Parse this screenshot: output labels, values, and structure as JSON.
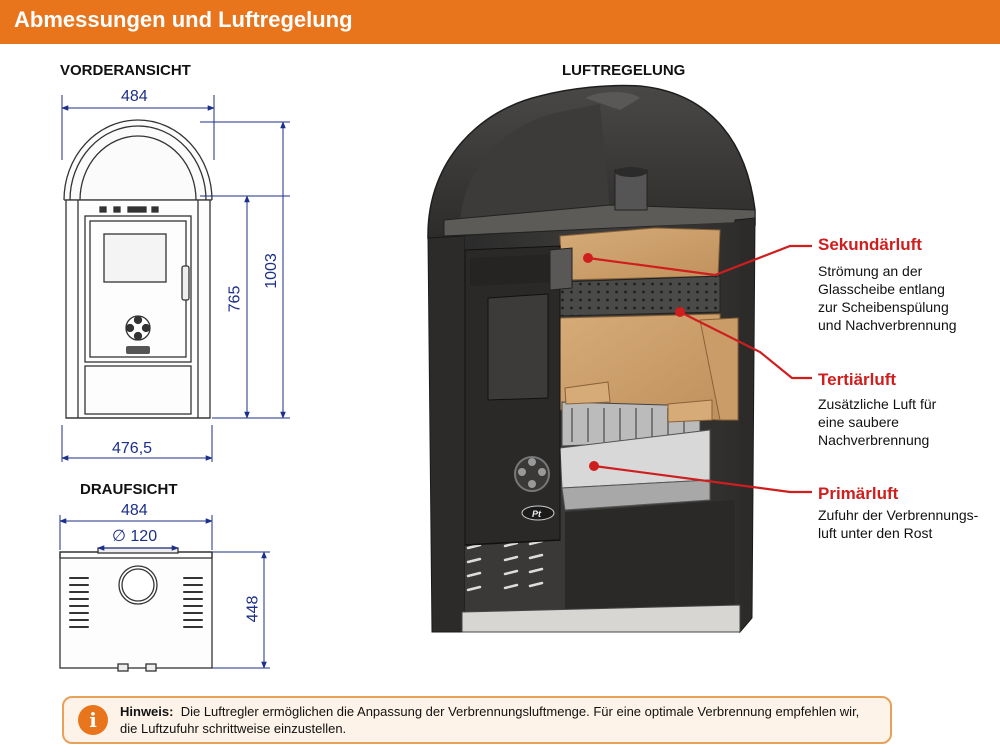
{
  "header": {
    "title": "Abmessungen und Luftregelung",
    "color": "#e8741c"
  },
  "front_view": {
    "title": "VORDERANSICHT",
    "width_top": "484",
    "width_bottom": "476,5",
    "height_inner": "765",
    "height_total": "1003"
  },
  "top_view": {
    "title": "DRAUFSICHT",
    "width": "484",
    "diameter": "120",
    "diameter_symbol": "∅",
    "depth": "448"
  },
  "air_view": {
    "title": "LUFTREGELUNG",
    "labels": [
      {
        "title": "Sekundärluft",
        "desc": [
          "Strömung an der",
          "Glasscheibe entlang",
          "zur Scheibenspülung",
          "und Nachverbrennung"
        ]
      },
      {
        "title": "Tertiärluft",
        "desc": [
          "Zusätzliche Luft für",
          "eine saubere",
          "Nachverbrennung"
        ]
      },
      {
        "title": "Primärluft",
        "desc": [
          "Zufuhr der Verbrennungs-",
          "luft unter den Rost"
        ]
      }
    ],
    "accent_color": "#cf1e1e"
  },
  "note": {
    "icon": "i",
    "label": "Hinweis:",
    "text": "Die Luftregler ermöglichen die Anpassung der Verbrennungsluftmenge. Für eine optimale Verbrennung empfehlen wir, die Luftzufuhr schrittweise einzustellen."
  }
}
